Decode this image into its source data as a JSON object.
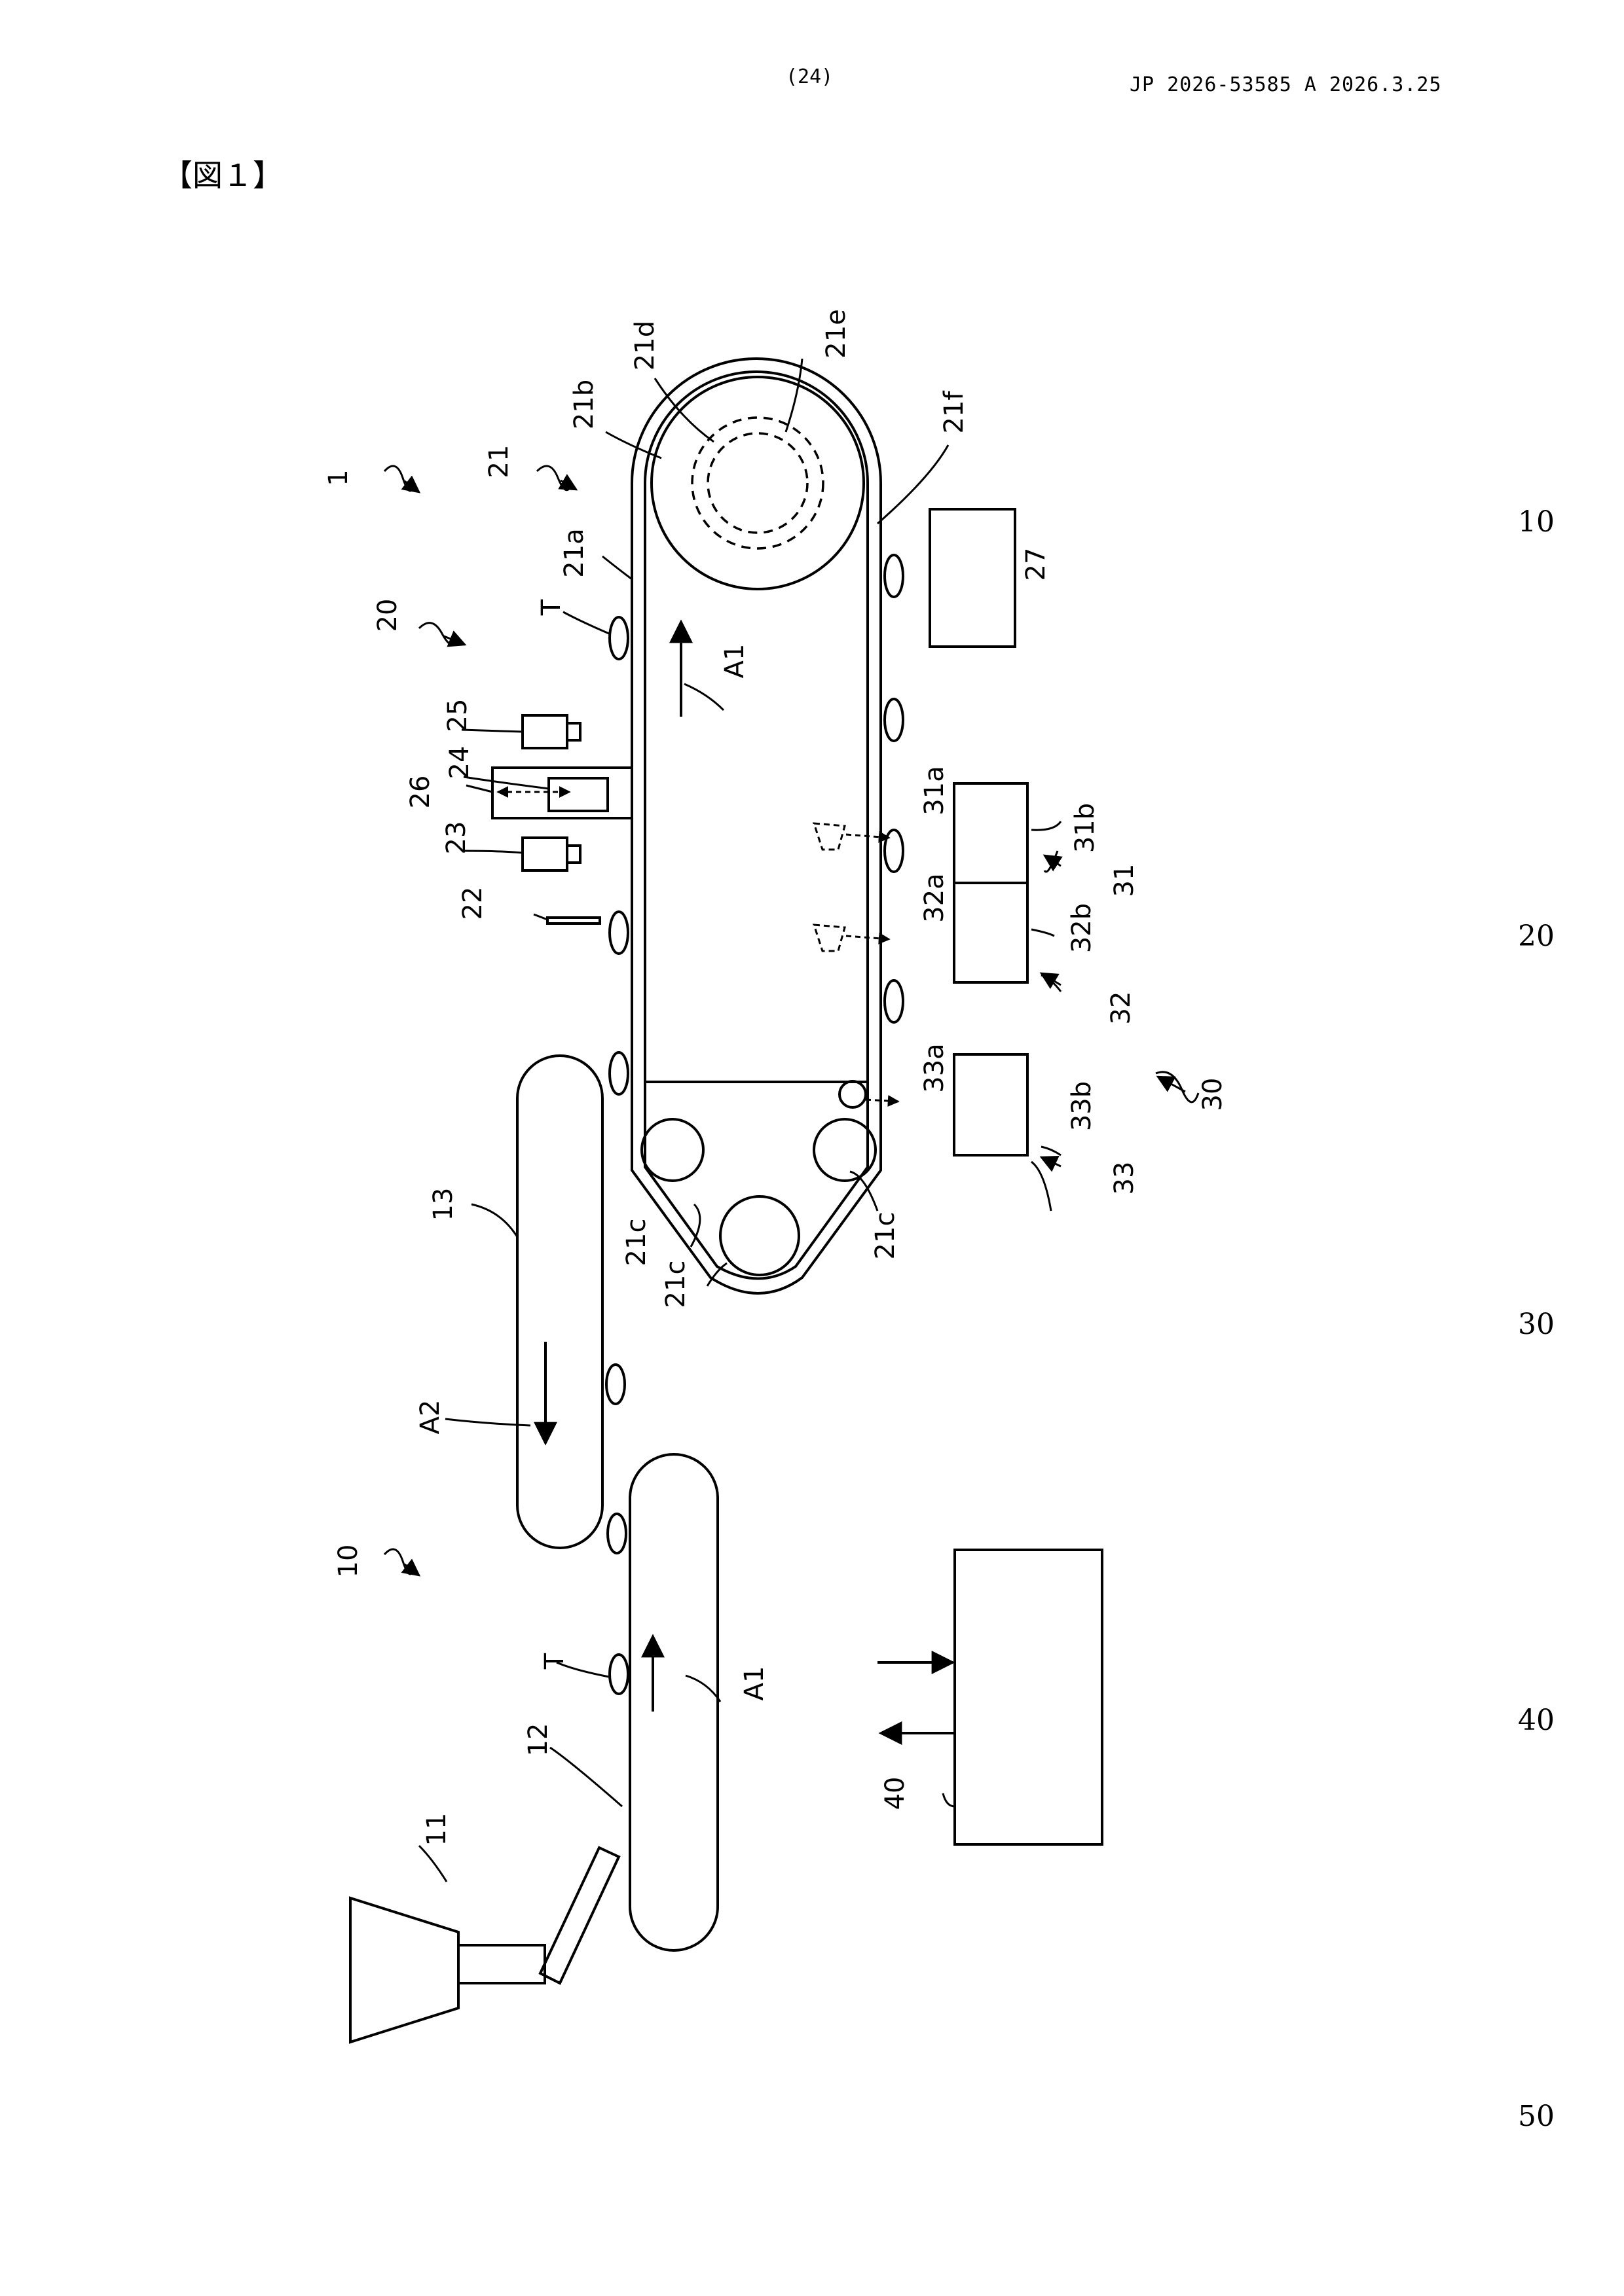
{
  "header": {
    "page_number": "(24)",
    "publication": "JP 2026-53585 A 2026.3.25"
  },
  "figure": {
    "title": "【図１】"
  },
  "line_numbers": [
    "10",
    "20",
    "30",
    "40",
    "50"
  ],
  "labels": {
    "l1": "1",
    "l10": "10",
    "l11": "11",
    "l12": "12",
    "l13": "13",
    "lT_upper": "T",
    "lT_lower": "T",
    "lA1_upper": "A1",
    "lA1_lower": "A1",
    "lA2": "A2",
    "l20": "20",
    "l21": "21",
    "l21a": "21a",
    "l21b": "21b",
    "l21c_left": "21c",
    "l21c_bottom": "21c",
    "l21c_right": "21c",
    "l21d": "21d",
    "l21e": "21e",
    "l21f": "21f",
    "l22": "22",
    "l23": "23",
    "l24": "24",
    "l25": "25",
    "l26": "26",
    "l27": "27",
    "l30": "30",
    "l31": "31",
    "l31a": "31a",
    "l31b": "31b",
    "l32": "32",
    "l32a": "32a",
    "l32b": "32b",
    "l33": "33",
    "l33a": "33a",
    "l33b": "33b",
    "l40": "40"
  }
}
